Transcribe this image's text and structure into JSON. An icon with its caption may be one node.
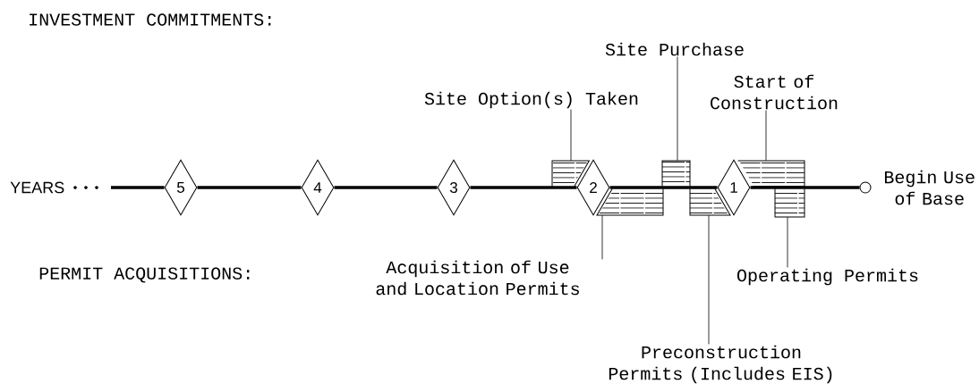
{
  "diagram": {
    "nodes": [
      {
        "text": [
          "5"
        ]
      },
      {
        "text": [
          "4"
        ]
      },
      {
        "text": [
          "3"
        ]
      },
      {
        "text": [
          "2"
        ]
      },
      {
        "text": [
          "1"
        ]
      },
      {
        "text": [],
        "shape": "circle",
        "beside": [
          "Begin Use of Base"
        ]
      },
      {
        "text": [
          "Site Option(s) Taken"
        ]
      },
      {
        "text": [],
        "shape": "bar"
      },
      {
        "text": [
          "Site Purchase"
        ]
      },
      {
        "text": [],
        "shape": "bar"
      },
      {
        "text": [
          "Start of Construction"
        ]
      },
      {
        "text": [],
        "shape": "bar"
      },
      {
        "text": [],
        "shape": "bar"
      },
      {
        "text": [
          "Acquisition of Use and Location Permits"
        ]
      },
      {
        "text": [],
        "shape": "bar"
      },
      {
        "text": [
          "Preconstruction Permits (Includes EIS)"
        ]
      },
      {
        "text": [],
        "shape": "bar"
      },
      {
        "text": [
          "Operating Permits"
        ]
      }
    ],
    "edges": [
      {
        "from": null,
        "to": 0,
        "arrow": "none",
        "style": "thick"
      },
      {
        "from": 0,
        "to": 1,
        "arrow": "none",
        "style": "thick"
      },
      {
        "from": 1,
        "to": 2,
        "arrow": "none",
        "style": "thick"
      },
      {
        "from": 2,
        "to": 3,
        "arrow": "none",
        "style": "thick"
      },
      {
        "from": 3,
        "to": 4,
        "arrow": "none",
        "style": "thick"
      },
      {
        "from": 4,
        "to": 5,
        "arrow": "none",
        "style": "thick"
      },
      {
        "from": 6,
        "to": 7,
        "arrow": "none"
      },
      {
        "from": 8,
        "to": 9,
        "arrow": "none"
      },
      {
        "from": 10,
        "to": 11,
        "arrow": "none"
      },
      {
        "from": 13,
        "to": 12,
        "arrow": "none"
      },
      {
        "from": 15,
        "to": 14,
        "arrow": "none"
      },
      {
        "from": 17,
        "to": 16,
        "arrow": "none"
      }
    ],
    "labels": [
      "INVESTMENT COMMITMENTS:",
      "YEARS",
      "PERMIT ACQUISITIONS:"
    ]
  }
}
